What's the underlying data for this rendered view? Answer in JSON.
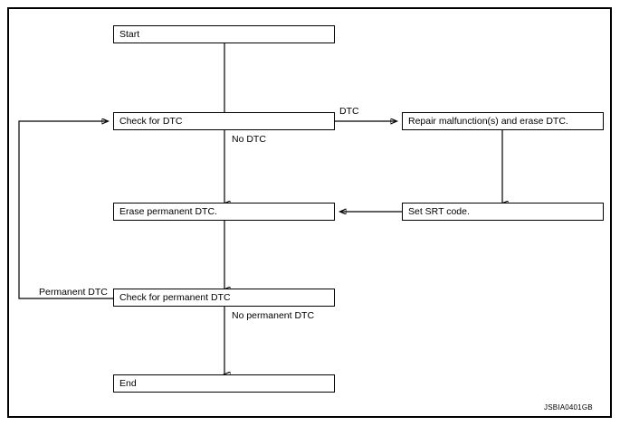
{
  "diagram": {
    "title_watermark": "JSBIA0401GB",
    "type": "flowchart",
    "nodes": [
      {
        "id": "start",
        "label": "Start"
      },
      {
        "id": "check_dtc",
        "label": "Check for DTC"
      },
      {
        "id": "repair",
        "label": "Repair malfunction(s) and erase DTC."
      },
      {
        "id": "set_srt",
        "label": "Set SRT code."
      },
      {
        "id": "erase_perm",
        "label": "Erase permanent DTC."
      },
      {
        "id": "check_perm",
        "label": "Check for permanent DTC"
      },
      {
        "id": "end",
        "label": "End"
      }
    ],
    "edge_labels": {
      "dtc": "DTC",
      "no_dtc": "No DTC",
      "permanent_dtc": "Permanent DTC",
      "no_permanent_dtc": "No permanent DTC"
    },
    "colors": {
      "line": "#000000",
      "background": "#ffffff",
      "text": "#000000"
    }
  }
}
